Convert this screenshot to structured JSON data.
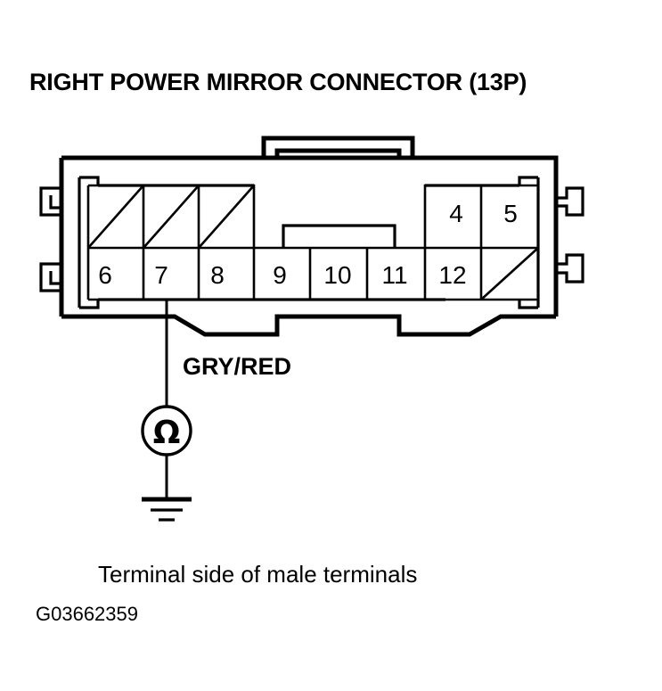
{
  "figure": {
    "title": "RIGHT POWER MIRROR CONNECTOR (13P)",
    "caption": "Terminal side of male terminals",
    "figure_id": "G03662359",
    "background_color": "#FFFFFF",
    "line_color": "#000000"
  },
  "connector": {
    "name": "Right Power Mirror Connector",
    "pin_count_label": "13P",
    "view": "Terminal side of male terminals",
    "top_row": [
      {
        "label": "",
        "type": "blank-slash",
        "slash": true
      },
      {
        "label": "",
        "type": "blank-slash",
        "slash": true
      },
      {
        "label": "",
        "type": "blank-slash",
        "slash": true
      },
      {
        "label": "",
        "type": "empty-gap",
        "slash": false
      },
      {
        "label": "",
        "type": "empty-gap",
        "slash": false
      },
      {
        "label": "",
        "type": "empty-gap",
        "slash": false
      },
      {
        "label": "4",
        "type": "pin",
        "slash": false
      },
      {
        "label": "5",
        "type": "pin",
        "slash": false
      }
    ],
    "bottom_row": [
      {
        "label": "6",
        "type": "pin",
        "slash": false
      },
      {
        "label": "7",
        "type": "pin",
        "slash": false
      },
      {
        "label": "8",
        "type": "pin",
        "slash": false
      },
      {
        "label": "9",
        "type": "pin",
        "slash": false
      },
      {
        "label": "10",
        "type": "pin",
        "slash": false
      },
      {
        "label": "11",
        "type": "pin",
        "slash": false
      },
      {
        "label": "12",
        "type": "pin",
        "slash": false
      },
      {
        "label": "",
        "type": "blank-slash",
        "slash": true
      }
    ]
  },
  "measurement": {
    "wire_label": "GRY/RED",
    "probe_pin": "7",
    "instrument": "ohmmeter",
    "instrument_symbol": "Ω",
    "ground_symbol": "chassis-ground"
  }
}
